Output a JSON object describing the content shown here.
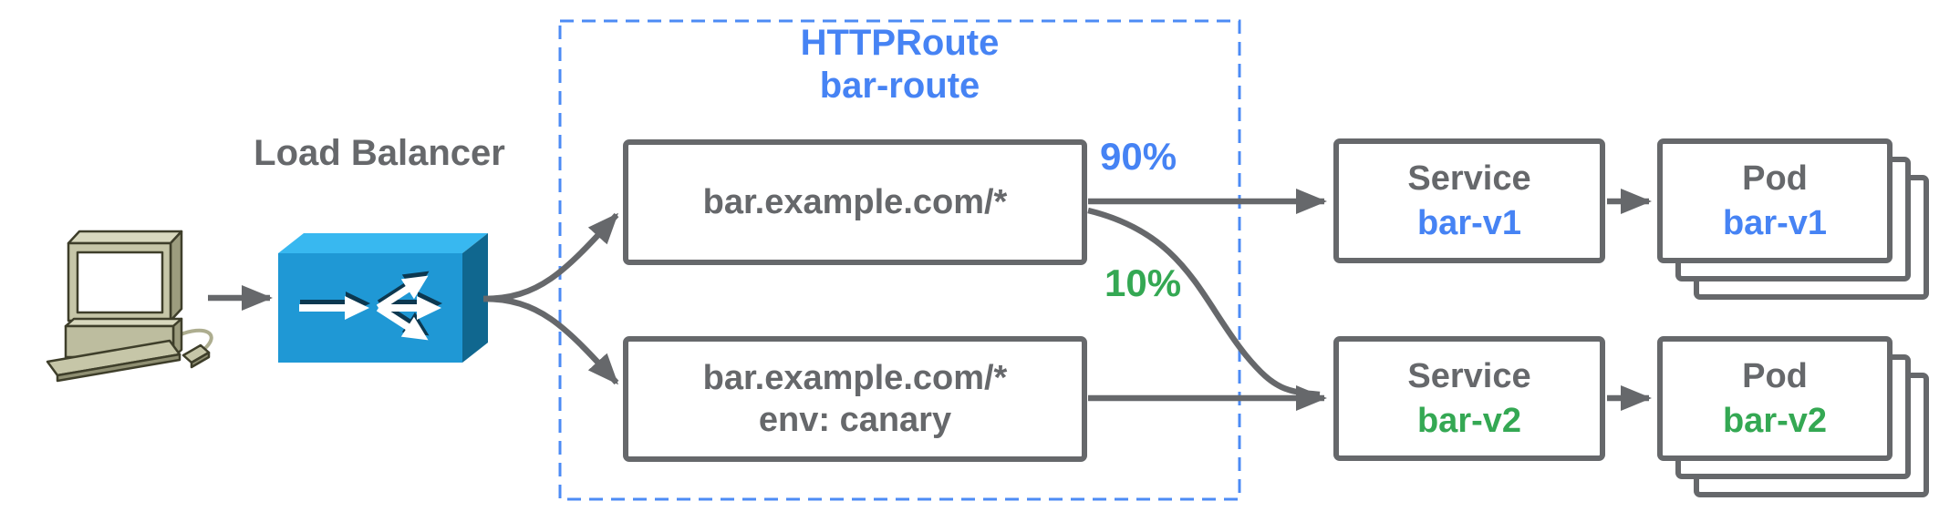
{
  "diagram": {
    "client": {
      "icon": "desktop-computer"
    },
    "load_balancer": {
      "label": "Load Balancer",
      "icon": "load-balancer-fanout-box"
    },
    "httproute": {
      "kind": "HTTPRoute",
      "name": "bar-route",
      "rules": [
        {
          "match": "bar.example.com/*",
          "weight_label": "90%"
        },
        {
          "match": "bar.example.com/*",
          "header": "env: canary",
          "weight_label": "10%"
        }
      ]
    },
    "services": [
      {
        "kind": "Service",
        "name": "bar-v1"
      },
      {
        "kind": "Service",
        "name": "bar-v2"
      }
    ],
    "pods": [
      {
        "kind": "Pod",
        "name": "bar-v1"
      },
      {
        "kind": "Pod",
        "name": "bar-v2"
      }
    ],
    "colors": {
      "gray": "#66686B",
      "blue": "#4683F4",
      "green": "#34A853",
      "dashed_border": "#4C8BF5",
      "lb_front": "#1F98D5",
      "lb_top": "#38B8F0",
      "lb_side": "#10678F",
      "client_fill": "#C6C6A8"
    }
  }
}
